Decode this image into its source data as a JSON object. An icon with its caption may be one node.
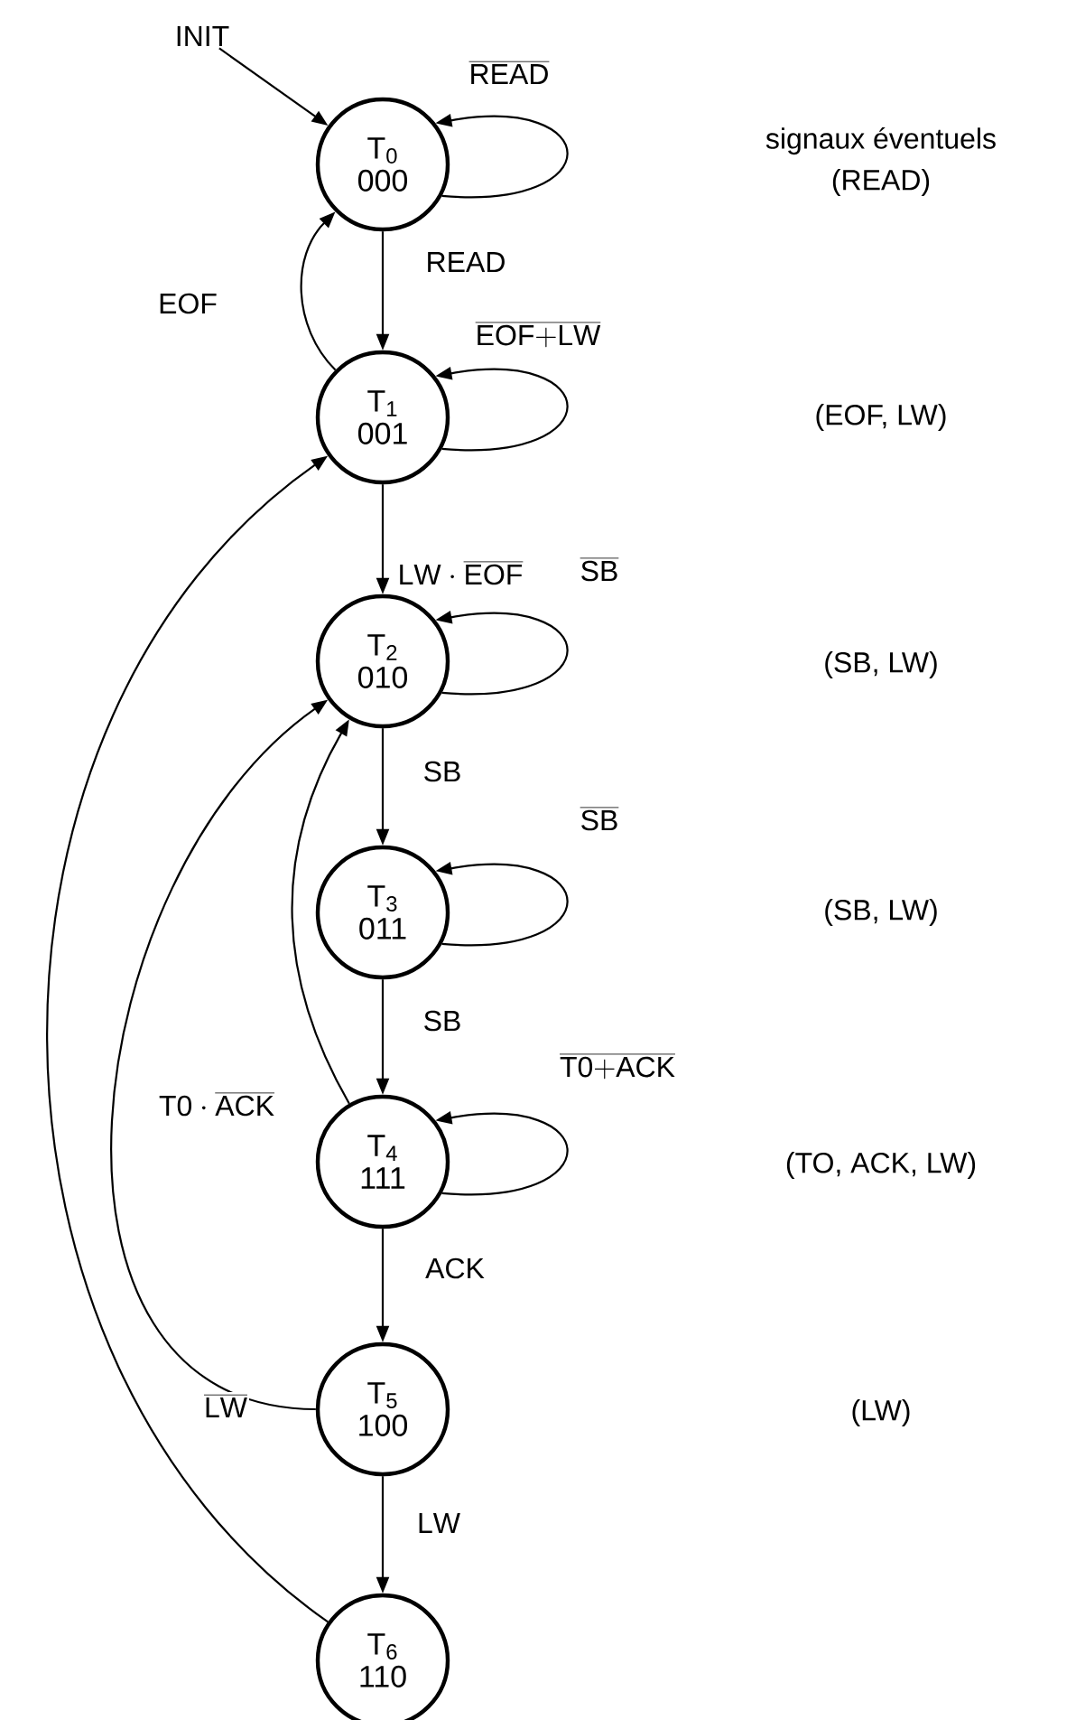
{
  "diagram": {
    "nodes": [
      {
        "text": [
          "INIT"
        ]
      },
      {
        "text": [
          "T$_{0}$",
          "000"
        ]
      },
      {
        "text": [
          "T$_{1}$",
          "001"
        ]
      },
      {
        "text": [
          "T$_{2}$",
          "010"
        ]
      },
      {
        "text": [
          "T$_{3}$",
          "011"
        ]
      },
      {
        "text": [
          "T$_{4}$",
          "111"
        ]
      },
      {
        "text": [
          "T$_{5}$",
          "100"
        ]
      },
      {
        "text": [
          "T$_{6}$",
          "110"
        ]
      }
    ],
    "edges": [
      {
        "from": 0,
        "to": 1,
        "arrow": "to"
      },
      {
        "from": 1,
        "to": 1,
        "arrow": "to",
        "label": "\\overline{\\mathrm{READ}}"
      },
      {
        "from": 1,
        "to": 2,
        "arrow": "to",
        "label": "\\mathrm{READ}"
      },
      {
        "from": 2,
        "to": 1,
        "arrow": "to",
        "label": "\\mathrm{EOF}"
      },
      {
        "from": 2,
        "to": 2,
        "arrow": "to",
        "label": "\\overline{\\mathrm{EOF{+}LW}}"
      },
      {
        "from": 2,
        "to": 3,
        "arrow": "to",
        "label": "\\mathrm{LW}\\cdot\\overline{\\mathrm{EOF}}"
      },
      {
        "from": 3,
        "to": 3,
        "arrow": "to",
        "label": "\\overline{\\mathrm{SB}}"
      },
      {
        "from": 3,
        "to": 4,
        "arrow": "to",
        "label": "\\mathrm{SB}"
      },
      {
        "from": 4,
        "to": 4,
        "arrow": "to",
        "label": "\\overline{\\mathrm{SB}}"
      },
      {
        "from": 4,
        "to": 5,
        "arrow": "to",
        "label": "\\mathrm{SB}"
      },
      {
        "from": 5,
        "to": 5,
        "arrow": "to",
        "label": "\\overline{\\mathrm{T0{+}ACK}}"
      },
      {
        "from": 5,
        "to": 3,
        "arrow": "to",
        "label": "\\mathrm{T0}\\cdot\\overline{\\mathrm{ACK}}"
      },
      {
        "from": 5,
        "to": 6,
        "arrow": "to",
        "label": "\\mathrm{ACK}"
      },
      {
        "from": 6,
        "to": 3,
        "arrow": "to",
        "label": "\\overline{\\mathrm{LW}}"
      },
      {
        "from": 6,
        "to": 7,
        "arrow": "to",
        "label": "\\mathrm{LW}"
      },
      {
        "from": 7,
        "to": 2,
        "arrow": "to"
      }
    ],
    "labels": [
      "signaux éventuels",
      "(READ)",
      "(EOF, LW)",
      "(SB, LW)",
      "(SB, LW)",
      "(TO, ACK, LW)",
      "(LW)"
    ]
  }
}
